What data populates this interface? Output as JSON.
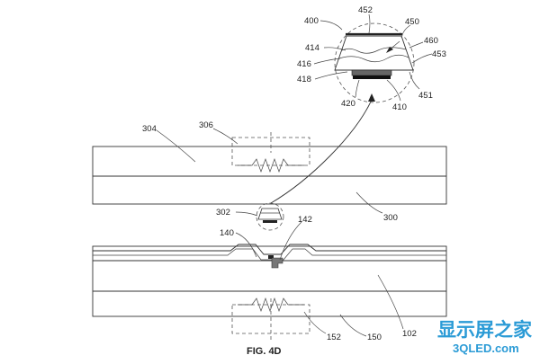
{
  "figure": {
    "caption": "FIG. 4D"
  },
  "labels": {
    "l400": "400",
    "l452": "452",
    "l450": "450",
    "l460": "460",
    "l453": "453",
    "l414": "414",
    "l416": "416",
    "l418": "418",
    "l420": "420",
    "l410": "410",
    "l451": "451",
    "l304": "304",
    "l306": "306",
    "l300": "300",
    "l302": "302",
    "l140": "140",
    "l142": "142",
    "l102": "102",
    "l150": "150",
    "l152": "152"
  },
  "watermark": {
    "line1": "显示屏之家",
    "line2": "3QLED.com"
  }
}
